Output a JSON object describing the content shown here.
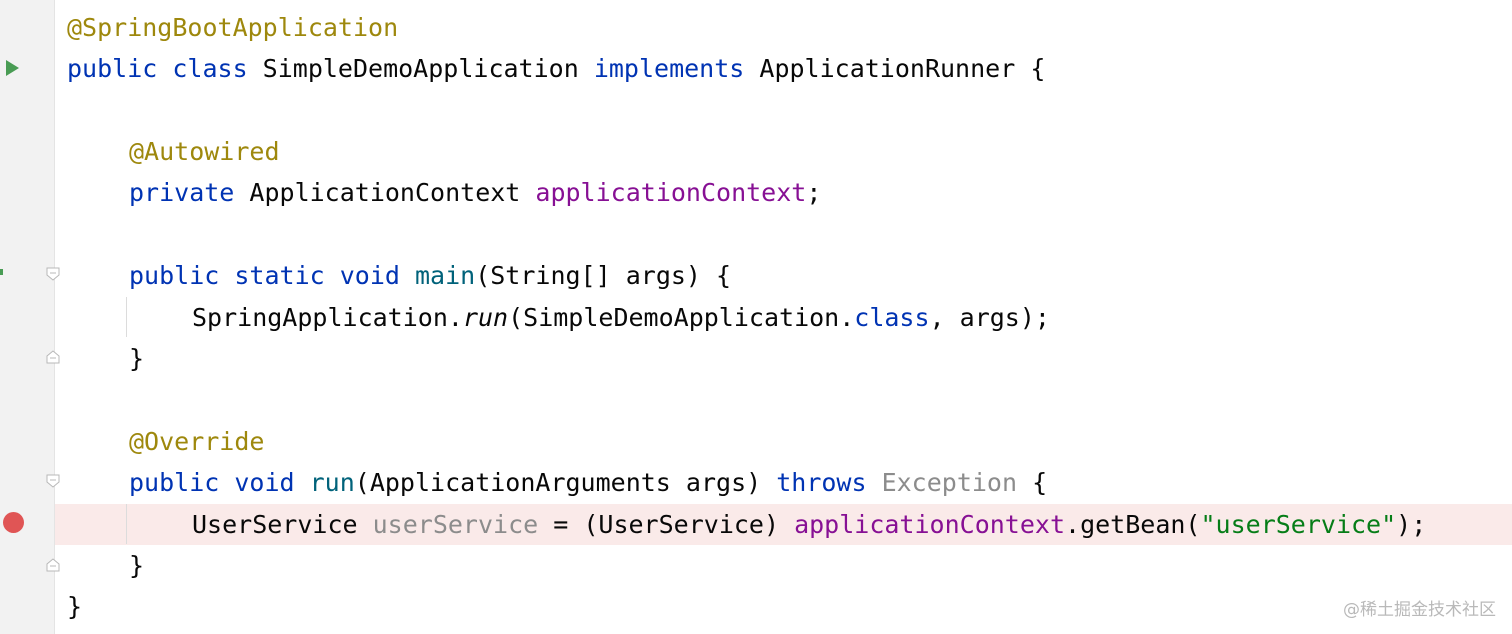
{
  "editor": {
    "lines": [
      {
        "segments": [
          {
            "text": "@SpringBootApplication",
            "style": "ann"
          }
        ]
      },
      {
        "segments": [
          {
            "text": "public class ",
            "style": "kw"
          },
          {
            "text": "SimpleDemoApplication ",
            "style": "plain"
          },
          {
            "text": "implements ",
            "style": "kw"
          },
          {
            "text": "ApplicationRunner {",
            "style": "plain"
          }
        ]
      },
      {
        "segments": []
      },
      {
        "segments": [
          {
            "text": "@Autowired",
            "style": "ann"
          }
        ]
      },
      {
        "segments": [
          {
            "text": "private ",
            "style": "kw"
          },
          {
            "text": "ApplicationContext ",
            "style": "plain"
          },
          {
            "text": "applicationContext",
            "style": "field"
          },
          {
            "text": ";",
            "style": "plain"
          }
        ]
      },
      {
        "segments": []
      },
      {
        "segments": [
          {
            "text": "public static void ",
            "style": "kw"
          },
          {
            "text": "main",
            "style": "fn"
          },
          {
            "text": "(String[] args) {",
            "style": "plain"
          }
        ]
      },
      {
        "segments": [
          {
            "text": "SpringApplication.",
            "style": "plain"
          },
          {
            "text": "run",
            "style": "ital"
          },
          {
            "text": "(SimpleDemoApplication.",
            "style": "plain"
          },
          {
            "text": "class",
            "style": "kw"
          },
          {
            "text": ", args);",
            "style": "plain"
          }
        ]
      },
      {
        "segments": [
          {
            "text": "}",
            "style": "plain"
          }
        ]
      },
      {
        "segments": []
      },
      {
        "segments": [
          {
            "text": "@Override",
            "style": "ann"
          }
        ]
      },
      {
        "segments": [
          {
            "text": "public void ",
            "style": "kw"
          },
          {
            "text": "run",
            "style": "fn"
          },
          {
            "text": "(ApplicationArguments args) ",
            "style": "plain"
          },
          {
            "text": "throws ",
            "style": "kw"
          },
          {
            "text": "Exception",
            "style": "unused"
          },
          {
            "text": " {",
            "style": "plain"
          }
        ]
      },
      {
        "segments": [
          {
            "text": "UserService ",
            "style": "plain"
          },
          {
            "text": "userService",
            "style": "unused"
          },
          {
            "text": " = (UserService) ",
            "style": "plain"
          },
          {
            "text": "applicationContext",
            "style": "field"
          },
          {
            "text": ".getBean(",
            "style": "plain"
          },
          {
            "text": "\"userService\"",
            "style": "str"
          },
          {
            "text": ");",
            "style": "plain"
          }
        ]
      },
      {
        "segments": [
          {
            "text": "}",
            "style": "plain"
          }
        ]
      },
      {
        "segments": [
          {
            "text": "}",
            "style": "plain"
          }
        ]
      }
    ]
  },
  "gutter": {
    "run_icon": "run-gutter-icon",
    "breakpoint_icon": "breakpoint-icon",
    "fold_icon": "fold-icon"
  },
  "watermark": {
    "text": "@稀土掘金技术社区"
  }
}
